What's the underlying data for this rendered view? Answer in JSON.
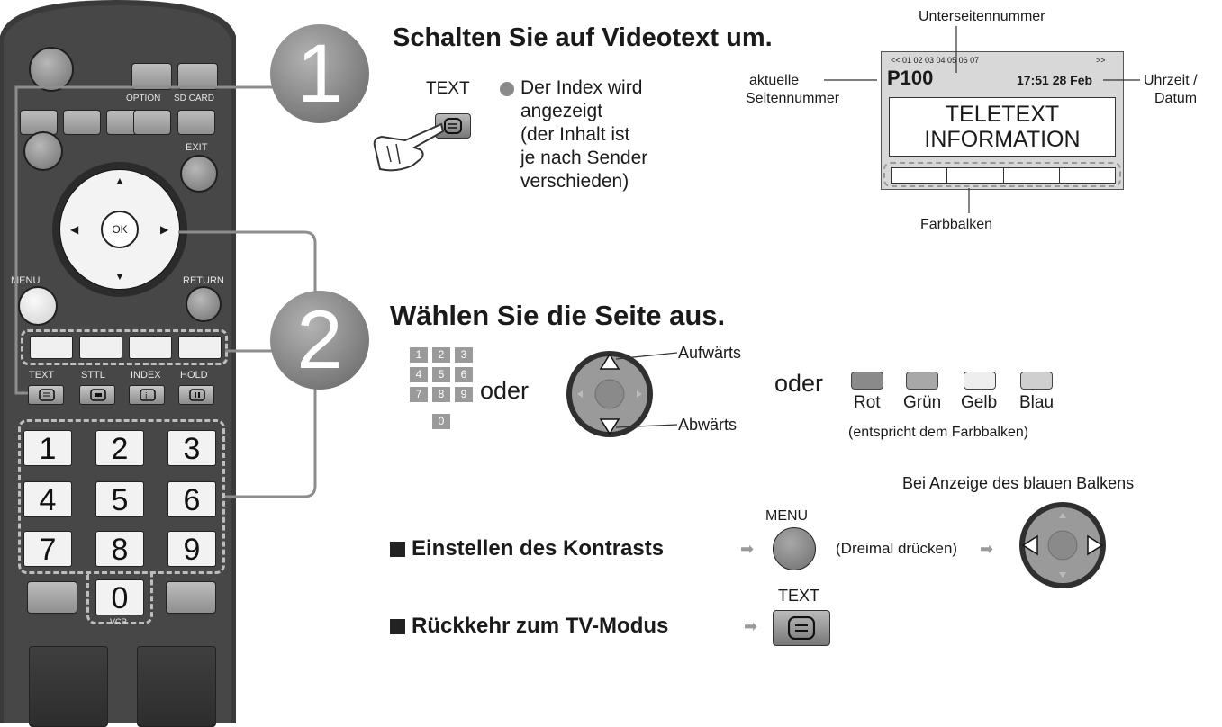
{
  "remote": {
    "label_option": "OPTION",
    "label_sdcard": "SD CARD",
    "label_exit": "EXIT",
    "label_ok": "OK",
    "label_menu": "MENU",
    "label_return": "RETURN",
    "label_text": "TEXT",
    "label_sttl": "STTL",
    "label_index": "INDEX",
    "label_hold": "HOLD",
    "label_vcr": "VCR",
    "numbers": [
      "1",
      "2",
      "3",
      "4",
      "5",
      "6",
      "7",
      "8",
      "9",
      "0"
    ]
  },
  "step1": {
    "number": "1",
    "title": "Schalten Sie auf Videotext um.",
    "button_label": "TEXT",
    "note_lines": [
      "Der Index wird",
      "angezeigt",
      "(der Inhalt ist",
      "je nach Sender",
      "verschieden)"
    ]
  },
  "teletext": {
    "subpage_label": "Unterseitennummer",
    "subpage_row": "<< 01 02 03 04 05 06 07",
    "subpage_more": ">>",
    "page_number": "P100",
    "time_date": "17:51 28 Feb",
    "current_page_label_1": "aktuelle",
    "current_page_label_2": "Seitennummer",
    "time_label_1": "Uhrzeit /",
    "time_label_2": "Datum",
    "info_line_1": "TELETEXT",
    "info_line_2": "INFORMATION",
    "colour_bar_label": "Farbbalken"
  },
  "step2": {
    "number": "2",
    "title": "Wählen Sie die Seite aus.",
    "numpad": [
      "1",
      "2",
      "3",
      "4",
      "5",
      "6",
      "7",
      "8",
      "9",
      "0"
    ],
    "or_1": "oder",
    "up_label": "Aufwärts",
    "down_label": "Abwärts",
    "or_2": "oder",
    "colours": [
      {
        "name": "Rot",
        "color": "#8a8a8a"
      },
      {
        "name": "Grün",
        "color": "#a8a8a8"
      },
      {
        "name": "Gelb",
        "color": "#eeeeee"
      },
      {
        "name": "Blau",
        "color": "#cfcfcf"
      }
    ],
    "colour_note": "(entspricht dem Farbbalken)"
  },
  "contrast": {
    "blue_bar_note": "Bei Anzeige des blauen Balkens",
    "menu_label": "MENU",
    "title": "Einstellen des Kontrasts",
    "press_note": "(Dreimal drücken)"
  },
  "tvmode": {
    "text_label": "TEXT",
    "title": "Rückkehr zum TV-Modus"
  }
}
